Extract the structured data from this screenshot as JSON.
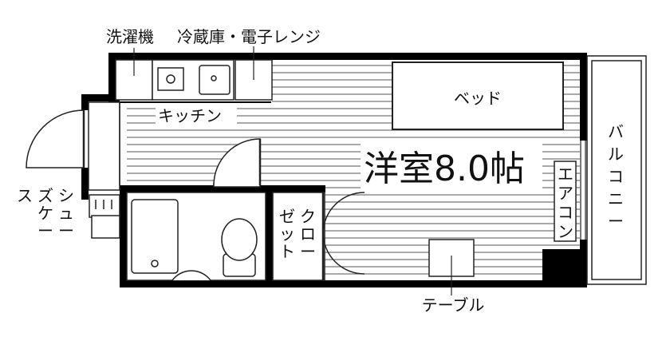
{
  "labels": {
    "washing_machine": "洗濯機",
    "fridge_microwave": "冷蔵庫・電子レンジ",
    "kitchen": "キッチン",
    "bed": "ベッド",
    "room": "洋室8.0帖",
    "balcony": "バルコニー",
    "aircon": "エアコン",
    "closet": "クローゼット",
    "shoe_case": "シューズケース",
    "table": "テーブル"
  },
  "colors": {
    "wall": "#000000",
    "line": "#222222",
    "floor_line": "#555555"
  }
}
